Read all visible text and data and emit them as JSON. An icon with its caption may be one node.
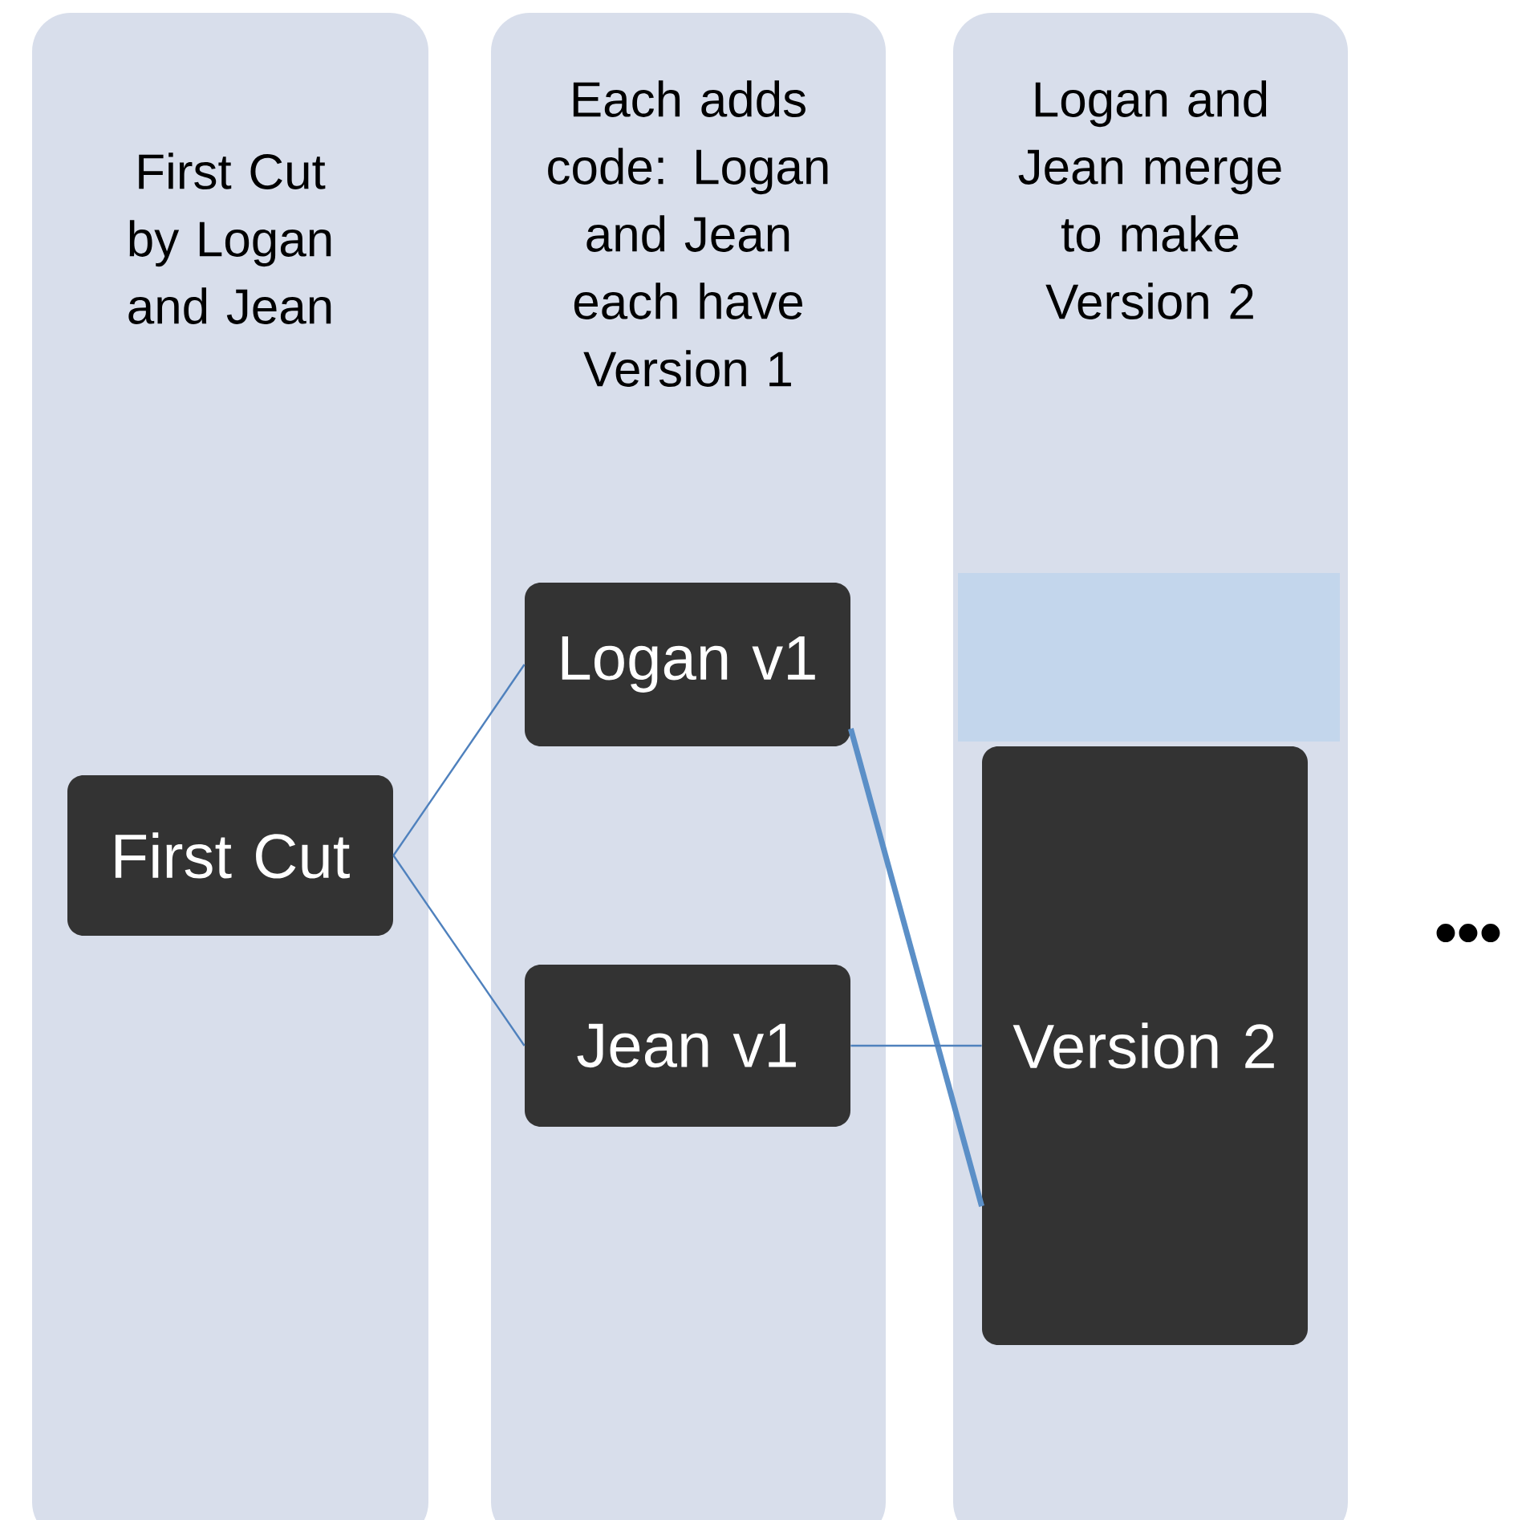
{
  "diagram": {
    "nodes": [
      {
        "text": [
          "First Cut by Logan and Jean"
        ]
      },
      {
        "text": [
          "Each adds code: Logan and Jean each have Version 1"
        ]
      },
      {
        "text": [
          "Logan and Jean merge to make Version 2"
        ]
      },
      {
        "text": [
          "First Cut"
        ],
        "in": 0
      },
      {
        "text": [
          "Logan v1"
        ],
        "in": 1
      },
      {
        "text": [
          "Jean v1"
        ],
        "in": 1
      },
      {
        "text": [],
        "shape": "box",
        "in": 2
      },
      {
        "text": [
          "Version 2"
        ],
        "in": 2
      }
    ],
    "edges": [
      {
        "from": 3,
        "to": 4,
        "arrow": "none"
      },
      {
        "from": 3,
        "to": 5,
        "arrow": "none"
      },
      {
        "from": 4,
        "to": 7,
        "arrow": "none",
        "style": "thick"
      },
      {
        "from": 5,
        "to": 7,
        "arrow": "none"
      }
    ],
    "labels": [
      "•••"
    ]
  }
}
